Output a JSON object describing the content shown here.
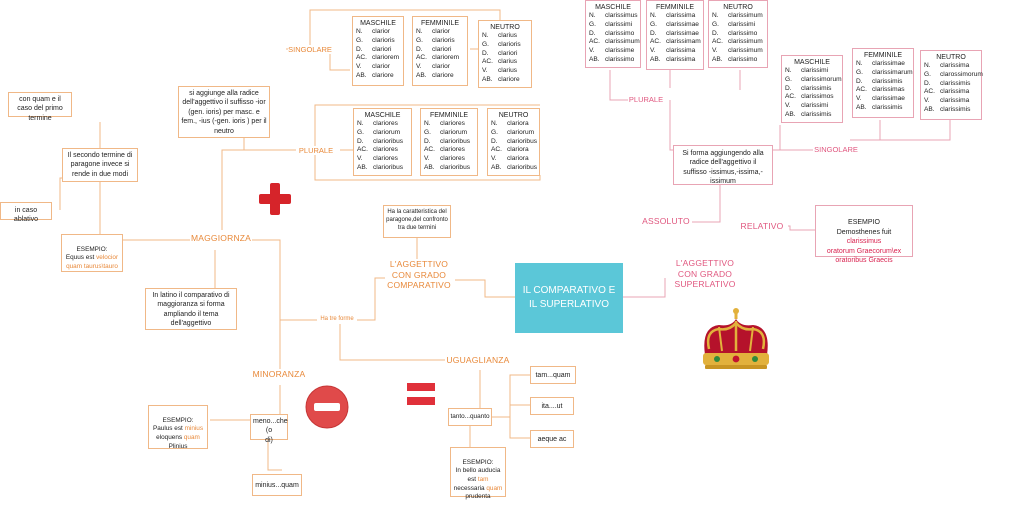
{
  "central": {
    "title": "IL COMPARATIVO  E\nIL SUPERLATIVO"
  },
  "comparativo": {
    "label": "L'AGGETTIVO\nCON GRADO\nCOMPARATIVO",
    "note": "Ha la caratteristica del paragone,del confronto tra due termini",
    "forms_label": "Ha tre forme",
    "maggioranza": {
      "label": "MAGGIORNZA",
      "formation": "In latino il comparativo di maggioranza  si forma ampliando il tema dell'aggettivo",
      "suffix_note": "si aggiunge alla radice dell'aggettivo il suffisso -ior (gen. ioris) per masc. e fem., -ius (-gen. ioris ) per il neutro",
      "second_term": "Il secondo termine di paragone invece si rende in due modi",
      "mode1": "con quam e il caso del primo termine",
      "mode2": "in caso ablativo",
      "example_title": "ESEMPIO:",
      "example_pre": "Equus est ",
      "example_hl": "velocior\nquam taurus\\tauro",
      "singolare_label": "SINGOLARE",
      "plurale_label": "PLURALE",
      "singolare": [
        {
          "title": "MASCHILE",
          "rows": [
            [
              "N.",
              "clarior"
            ],
            [
              "G.",
              "clarioris"
            ],
            [
              "D.",
              "clariori"
            ],
            [
              "AC.",
              "clariorem"
            ],
            [
              "V.",
              "clarior"
            ],
            [
              "AB.",
              "clariore"
            ]
          ]
        },
        {
          "title": "FEMMINILE",
          "rows": [
            [
              "N.",
              "clarior"
            ],
            [
              "G.",
              "clarioris"
            ],
            [
              "D.",
              "clariori"
            ],
            [
              "AC.",
              "clariorem"
            ],
            [
              "V.",
              "clarior"
            ],
            [
              "AB.",
              "clariore"
            ]
          ]
        },
        {
          "title": "NEUTRO",
          "rows": [
            [
              "N.",
              "clarius"
            ],
            [
              "G.",
              "clarioris"
            ],
            [
              "D.",
              "clariori"
            ],
            [
              "AC.",
              "clarius"
            ],
            [
              "V.",
              "clarius"
            ],
            [
              "AB.",
              "clariore"
            ]
          ]
        }
      ],
      "plurale": [
        {
          "title": "MASCHILE",
          "rows": [
            [
              "N.",
              "clariores"
            ],
            [
              "G.",
              "clariorum"
            ],
            [
              "D.",
              "clarioribus"
            ],
            [
              "AC.",
              "clariores"
            ],
            [
              "V.",
              "clariores"
            ],
            [
              "AB.",
              "clarioribus"
            ]
          ]
        },
        {
          "title": "FEMMINILE",
          "rows": [
            [
              "N.",
              "clariores"
            ],
            [
              "G.",
              "clariorum"
            ],
            [
              "D.",
              "clarioribus"
            ],
            [
              "AC.",
              "clariores"
            ],
            [
              "V.",
              "clariores"
            ],
            [
              "AB.",
              "clarioribus"
            ]
          ]
        },
        {
          "title": "NEUTRO",
          "rows": [
            [
              "N.",
              "clariora"
            ],
            [
              "G.",
              "clariorum"
            ],
            [
              "D.",
              "clarioribus"
            ],
            [
              "AC.",
              "clariora"
            ],
            [
              "V.",
              "clariora"
            ],
            [
              "AB.",
              "clarioribus"
            ]
          ]
        }
      ]
    },
    "minoranza": {
      "label": "MINORANZA",
      "form": "meno...che (o\ndi)",
      "form2": "minius...quam",
      "example_title": "ESEMPIO:",
      "ex_pre": "Paulus est ",
      "ex_hl1": "minius",
      "ex_mid": "eloquens ",
      "ex_hl2": "quam",
      "ex_post": "Plinius"
    },
    "uguaglianza": {
      "label": "UGUAGLIANZA",
      "form": "tanto...quanto",
      "opt1": "tam...quam",
      "opt2": "ita....ut",
      "opt3": "aeque ac",
      "example_title": "ESEMPIO:",
      "ex_pre": "In bello auducia\nest ",
      "ex_hl1": "tam",
      "ex_mid": "\nnecessaria ",
      "ex_hl2": "quam",
      "ex_post": "\nprudenta"
    }
  },
  "superlativo": {
    "label": "L'AGGETTIVO\nCON GRADO\nSUPERLATIVO",
    "assoluto_label": "ASSOLUTO",
    "relativo_label": "RELATIVO",
    "suffix_note": "Si forma aggiungendo alla radice dell'aggettivo il suffisso -issimus,-issima,-issimum",
    "plurale_label": "PLURALE",
    "singolare_label": "SINGOLARE",
    "example_title": "ESEMPIO",
    "ex_pre": "Demosthenes fuit ",
    "ex_hl": "clarissimus\noratorum Graecorum\\ex\noratoribus Graecis",
    "plurale": [
      {
        "title": "MASCHILE",
        "rows": [
          [
            "N.",
            "clarissimus"
          ],
          [
            "G.",
            "clarissimi"
          ],
          [
            "D.",
            "clarissimo"
          ],
          [
            "AC.",
            "clarissimum"
          ],
          [
            "V.",
            "clarissime"
          ],
          [
            "AB.",
            "clarissimo"
          ]
        ]
      },
      {
        "title": "FEMMINILE",
        "rows": [
          [
            "N.",
            "clarissima"
          ],
          [
            "G.",
            "clarissimae"
          ],
          [
            "D.",
            "clarissimae"
          ],
          [
            "AC.",
            "clarissimam"
          ],
          [
            "V.",
            "clarissima"
          ],
          [
            "AB.",
            "clarissima"
          ]
        ]
      },
      {
        "title": "NEUTRO",
        "rows": [
          [
            "N.",
            "clarissimum"
          ],
          [
            "G.",
            "clarissimi"
          ],
          [
            "D.",
            "clarissimo"
          ],
          [
            "AC.",
            "clarissimum"
          ],
          [
            "V.",
            "clarissimum"
          ],
          [
            "AB.",
            "clarissimo"
          ]
        ]
      }
    ],
    "singolare": [
      {
        "title": "MASCHILE",
        "rows": [
          [
            "N.",
            "clarissimi"
          ],
          [
            "G.",
            "clarissimorum"
          ],
          [
            "D.",
            "clarissimis"
          ],
          [
            "AC.",
            "clarissimos"
          ],
          [
            "V.",
            "clarissimi"
          ],
          [
            "AB.",
            "clarissimis"
          ]
        ]
      },
      {
        "title": "FEMMINILE",
        "rows": [
          [
            "N.",
            "clarissimae"
          ],
          [
            "G.",
            "clarissimarum"
          ],
          [
            "D.",
            "clarissimis"
          ],
          [
            "AC.",
            "clarissimas"
          ],
          [
            "V.",
            "clarissimae"
          ],
          [
            "AB.",
            "clarissimis"
          ]
        ]
      },
      {
        "title": "NEUTRO",
        "rows": [
          [
            "N.",
            "clarissima"
          ],
          [
            "G.",
            "clarossimorum"
          ],
          [
            "D.",
            "clarissimis"
          ],
          [
            "AC.",
            "clarissima"
          ],
          [
            "V.",
            "clarissima"
          ],
          [
            "AB.",
            "clarissimis"
          ]
        ]
      }
    ]
  },
  "icons": {
    "plus": "plus-icon",
    "minus": "minus-circle-icon",
    "equals": "equals-icon",
    "crown": "crown-icon"
  },
  "colors": {
    "orange": "#f0b887",
    "pink": "#e8a4b4",
    "center": "#5bc7d8",
    "red": "#d6242a"
  }
}
